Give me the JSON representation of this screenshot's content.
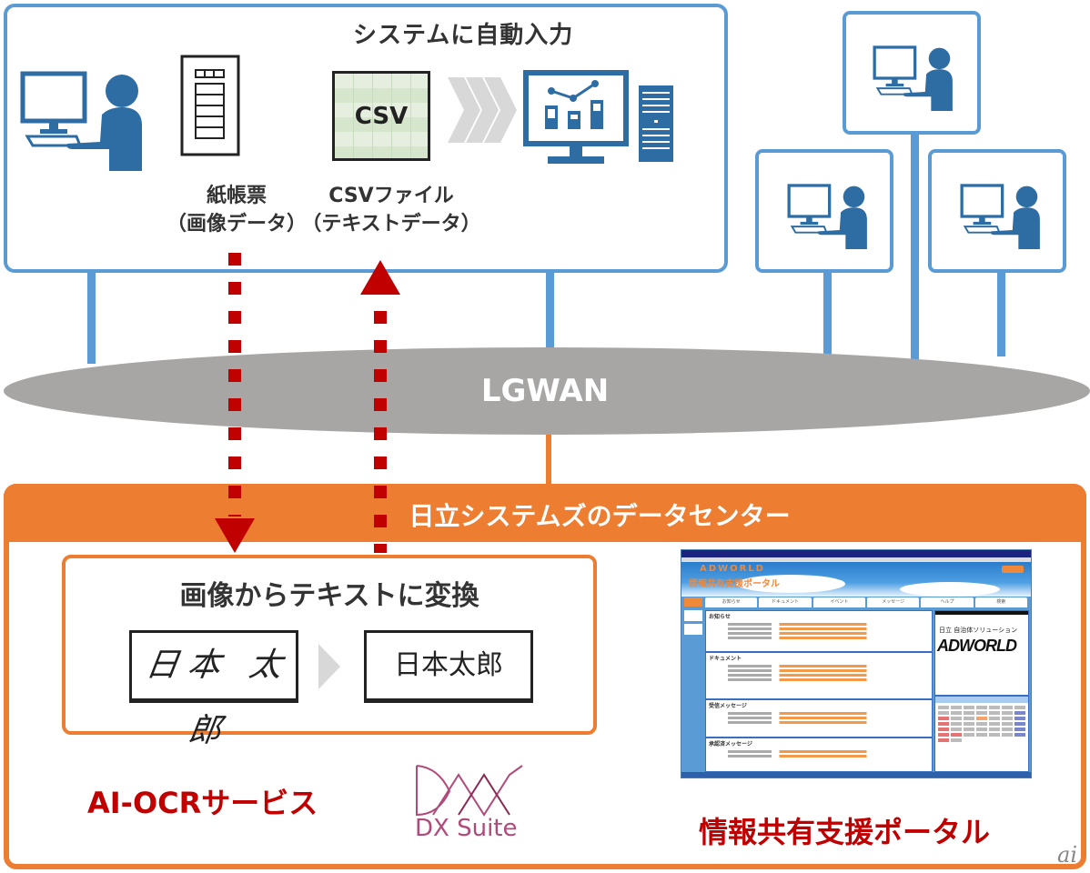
{
  "top_system": {
    "title": "システムに自動入力",
    "paper_form_label_1": "紙帳票",
    "paper_form_label_2": "（画像データ）",
    "csv_file_label_1": "CSVファイル",
    "csv_file_label_2": "（テキストデータ）",
    "csv_icon_text": "CSV",
    "icons": [
      "user-at-computer-icon",
      "paper-form-icon",
      "csv-file-icon",
      "chevron-arrows-icon",
      "analytics-monitor-icon",
      "server-tower-icon"
    ]
  },
  "clients": {
    "count": 3,
    "icon": "user-at-computer-icon"
  },
  "network": {
    "label": "LGWAN"
  },
  "flows": [
    {
      "direction": "down",
      "meaning": "紙帳票（画像データ） → AI-OCR"
    },
    {
      "direction": "up",
      "meaning": "AI-OCR → CSVファイル（テキストデータ）"
    }
  ],
  "datacenter": {
    "title": "日立システムズのデータセンター",
    "ocr": {
      "title": "画像からテキストに変換",
      "handwritten_sample": "日本 太郎",
      "converted_text": "日本太郎",
      "service_label": "AI-OCRサービス",
      "product_logo_text": "DX Suite"
    },
    "portal": {
      "label": "情報共有支援ポータル",
      "brand_en": "ADWORLD",
      "brand_jp": "情報共有支援ポータル",
      "solution_caption": "日立 自治体ソリューション",
      "nav_tabs": [
        "お知らせ",
        "ドキュメント",
        "イベント",
        "メッセージ",
        "ヘルプ",
        "検索"
      ],
      "sections": [
        "お知らせ",
        "ドキュメント",
        "受信メッセージ",
        "承認済メッセージ"
      ]
    }
  },
  "watermark": "ai",
  "colors": {
    "blue": "#5b9bd5",
    "dark_blue": "#2e6da4",
    "orange": "#ed7d31",
    "red": "#c00000",
    "gray_ellipse": "#a8a5a5",
    "dx_pink": "#b04a7a"
  }
}
